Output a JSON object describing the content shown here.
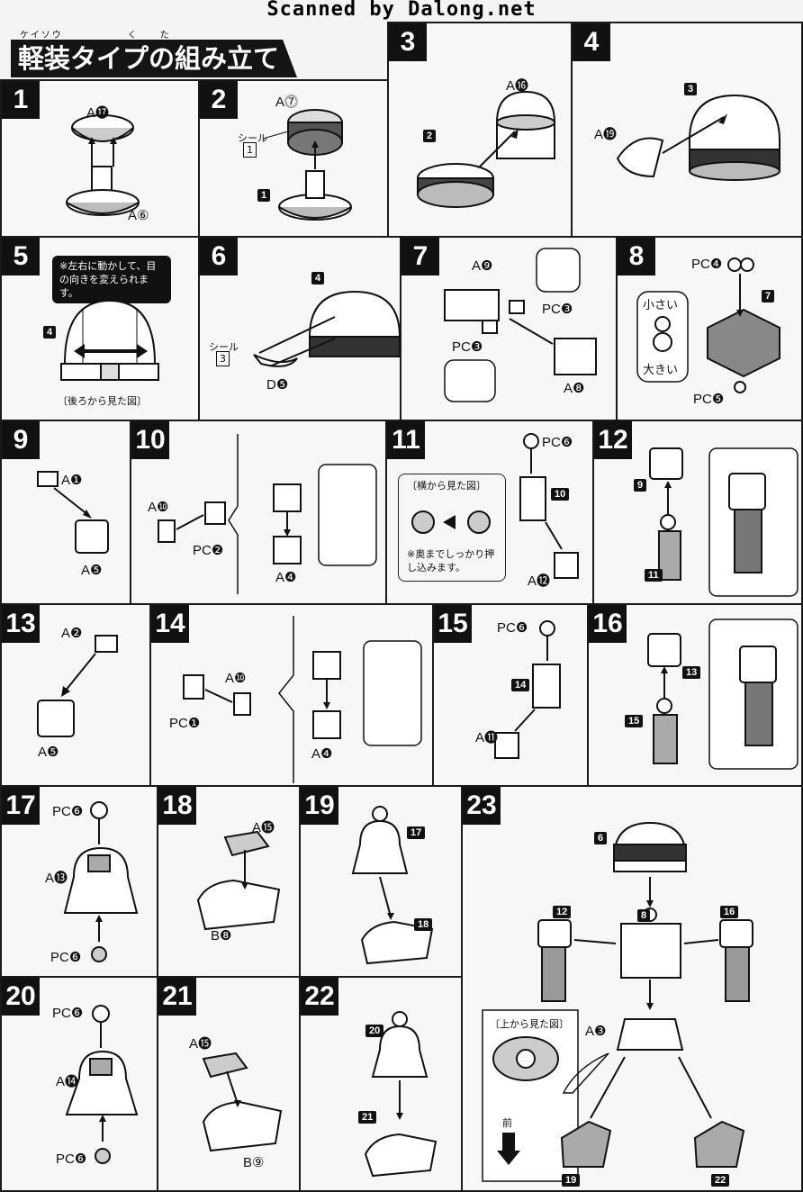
{
  "watermark": "Scanned by Dalong.net",
  "title": {
    "text": "軽装タイプの組み立て",
    "ruby": "ケイソウ　　　　　　く　　た"
  },
  "steps": [
    {
      "id": "1",
      "num": "1",
      "parts": [
        "A⓱",
        "A⑥"
      ]
    },
    {
      "id": "2",
      "num": "2",
      "parts": [
        "A⓻",
        "シール",
        "1",
        "1"
      ]
    },
    {
      "id": "3",
      "num": "3",
      "parts": [
        "A⓰",
        "2"
      ]
    },
    {
      "id": "4",
      "num": "4",
      "parts": [
        "3",
        "A⓳"
      ]
    },
    {
      "id": "5",
      "num": "5",
      "parts": [
        "4"
      ],
      "note": "※左右に動かして、目の向きを変えられます。",
      "caption": "〔後ろから見た図〕"
    },
    {
      "id": "6",
      "num": "6",
      "parts": [
        "4",
        "シール",
        "3",
        "D❺"
      ]
    },
    {
      "id": "7",
      "num": "7",
      "parts": [
        "A❾",
        "PC❸",
        "PC❸",
        "A❽"
      ]
    },
    {
      "id": "8",
      "num": "8",
      "parts": [
        "PC❹",
        "7",
        "PC❺"
      ],
      "small": "小さい",
      "large": "大きい"
    },
    {
      "id": "9",
      "num": "9",
      "parts": [
        "A❶",
        "A❺"
      ]
    },
    {
      "id": "10",
      "num": "10",
      "parts": [
        "A❿",
        "PC❷",
        "A❹"
      ]
    },
    {
      "id": "11",
      "num": "11",
      "parts": [
        "PC❻",
        "10",
        "A⓬"
      ],
      "caption": "〔横から見た図〕",
      "note": "※奥までしっかり押し込みます。"
    },
    {
      "id": "12",
      "num": "12",
      "parts": [
        "9",
        "11"
      ]
    },
    {
      "id": "13",
      "num": "13",
      "parts": [
        "A❷",
        "A❺"
      ]
    },
    {
      "id": "14",
      "num": "14",
      "parts": [
        "A❿",
        "PC❶",
        "A❹"
      ]
    },
    {
      "id": "15",
      "num": "15",
      "parts": [
        "PC❻",
        "14",
        "A⓫"
      ]
    },
    {
      "id": "16",
      "num": "16",
      "parts": [
        "13",
        "15"
      ]
    },
    {
      "id": "17",
      "num": "17",
      "parts": [
        "PC❻",
        "A⓭",
        "PC❻"
      ]
    },
    {
      "id": "18",
      "num": "18",
      "parts": [
        "A⓯",
        "B❽"
      ]
    },
    {
      "id": "19",
      "num": "19",
      "parts": [
        "17",
        "18"
      ]
    },
    {
      "id": "20",
      "num": "20",
      "parts": [
        "PC❻",
        "A⓮",
        "PC❻"
      ]
    },
    {
      "id": "21",
      "num": "21",
      "parts": [
        "A⓯",
        "B⑨"
      ]
    },
    {
      "id": "22",
      "num": "22",
      "parts": [
        "20",
        "21"
      ]
    },
    {
      "id": "23",
      "num": "23",
      "parts": [
        "6",
        "12",
        "8",
        "16",
        "A❸",
        "19",
        "22"
      ],
      "caption": "〔上から見た図〕",
      "front": "前"
    }
  ]
}
